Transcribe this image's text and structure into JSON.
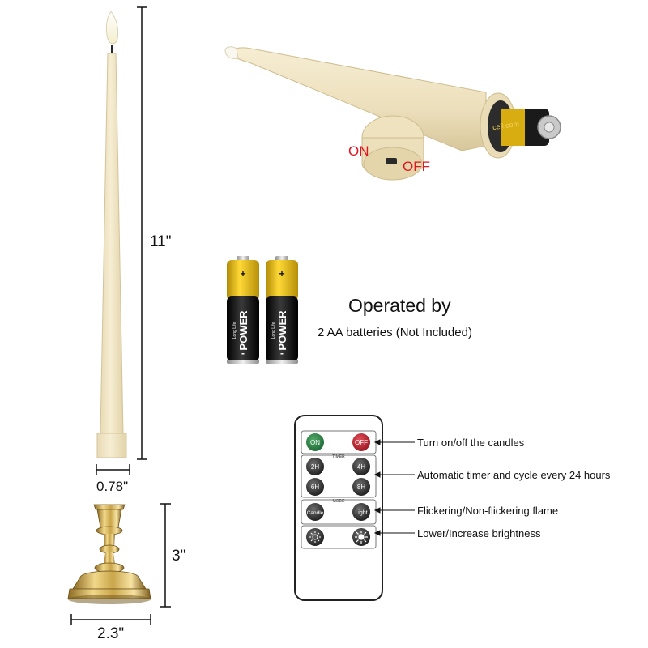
{
  "dimensions": {
    "height": "11\"",
    "diameter": "0.78\"",
    "holder_height": "3\"",
    "holder_base": "2.3\""
  },
  "switch": {
    "on": "ON",
    "off": "OFF"
  },
  "battery_label": "cell.com",
  "batteries": {
    "brand": "POWER",
    "small": "Long Life",
    "plus": "+",
    "minus": "-"
  },
  "operated": {
    "title": "Operated by",
    "subtitle": "2 AA batteries (Not Included)"
  },
  "remote": {
    "on": "ON",
    "off": "OFF",
    "timer_label": "TIMER",
    "t2": "2H",
    "t4": "4H",
    "t6": "6H",
    "t8": "8H",
    "mode_label": "MODE",
    "candle": "Candle",
    "light": "Light"
  },
  "callouts": [
    "Turn on/off the candles",
    "Automatic timer and cycle every 24 hours",
    "Flickering/Non-flickering flame",
    "Lower/Increase brightness"
  ],
  "colors": {
    "ivory": "#f1e6c8",
    "gold": "#c9a54a",
    "red": "#e0141e",
    "accent_yellow": "#f2c21a"
  }
}
